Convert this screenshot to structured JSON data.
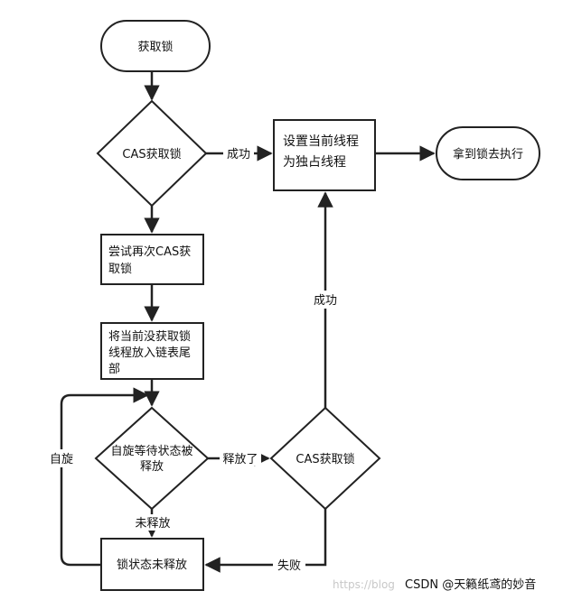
{
  "diagram": {
    "start": "获取锁",
    "cas1": "CAS获取锁",
    "set_owner": [
      "设置当前线程",
      "为独占线程"
    ],
    "end": "拿到锁去执行",
    "retry": [
      "尝试再次CAS获",
      "取锁"
    ],
    "enqueue": [
      "将当前没获取锁",
      "线程放入链表尾",
      "部"
    ],
    "spin_wait": [
      "自旋等待状态被",
      "释放"
    ],
    "cas2": "CAS获取锁",
    "not_released_box": "锁状态未释放",
    "edges": {
      "success1": "成功",
      "success2": "成功",
      "released": "释放了",
      "not_released": "未释放",
      "fail": "失败",
      "spin": "自旋"
    }
  },
  "watermark": {
    "faint": "https://blog",
    "credit": "CSDN @天籁纸鸢的妙音"
  }
}
